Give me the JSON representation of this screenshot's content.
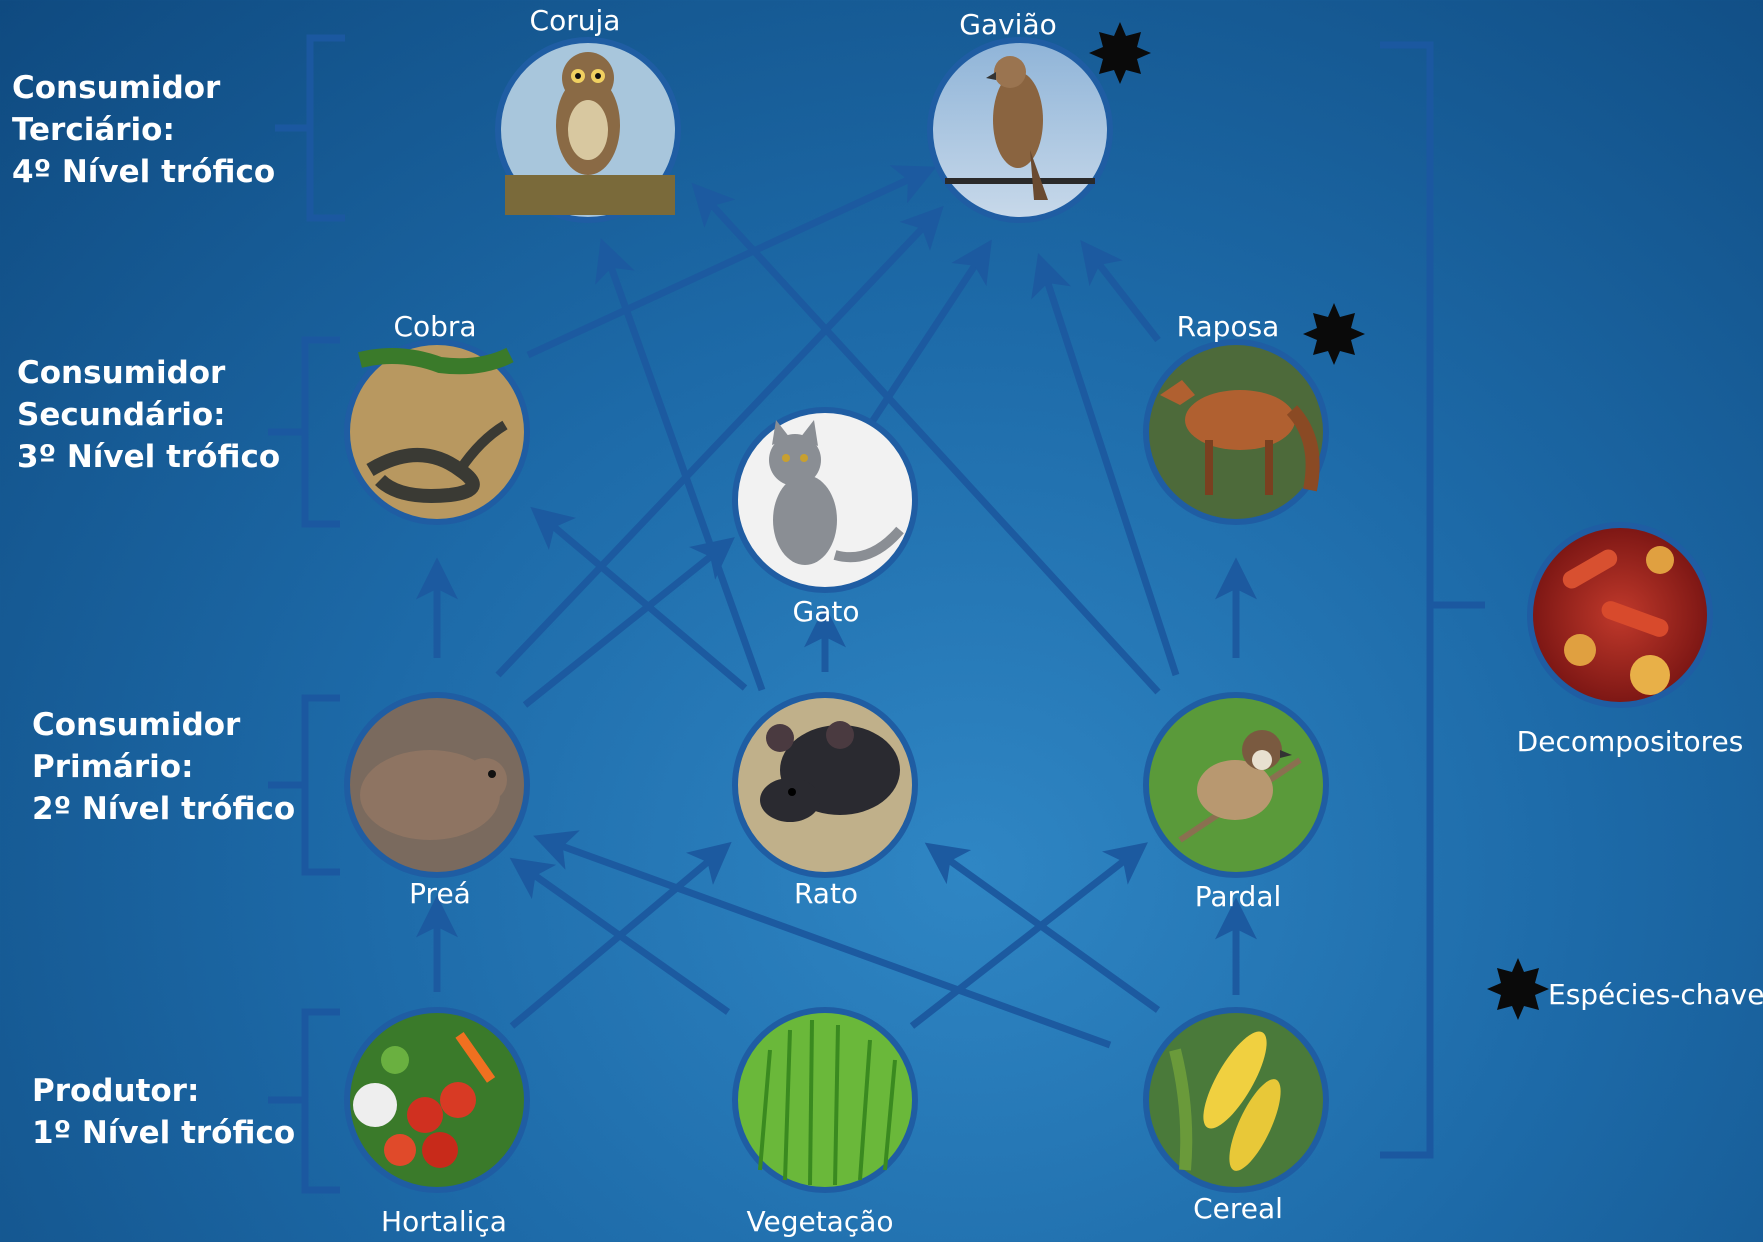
{
  "levels": {
    "tertiary": [
      "Consumidor",
      "Terciário:",
      "4º Nível trófico"
    ],
    "secondary": [
      "Consumidor",
      "Secundário:",
      "3º Nível trófico"
    ],
    "primary": [
      "Consumidor",
      "Primário:",
      "2º Nível trófico"
    ],
    "producer": [
      "Produtor:",
      "1º Nível trófico"
    ]
  },
  "organisms": {
    "coruja": {
      "label": "Coruja",
      "icon": "owl-icon"
    },
    "gaviao": {
      "label": "Gavião",
      "icon": "hawk-icon",
      "keystone": true
    },
    "cobra": {
      "label": "Cobra",
      "icon": "snake-icon"
    },
    "raposa": {
      "label": "Raposa",
      "icon": "fox-icon",
      "keystone": true
    },
    "gato": {
      "label": "Gato",
      "icon": "cat-icon"
    },
    "prea": {
      "label": "Preá",
      "icon": "cavy-icon"
    },
    "rato": {
      "label": "Rato",
      "icon": "rat-icon"
    },
    "pardal": {
      "label": "Pardal",
      "icon": "sparrow-icon"
    },
    "hortalica": {
      "label": "Hortaliça",
      "icon": "vegetables-icon"
    },
    "vegetacao": {
      "label": "Vegetação",
      "icon": "grass-icon"
    },
    "cereal": {
      "label": "Cereal",
      "icon": "corn-icon"
    },
    "decompositores": {
      "label": "Decompositores",
      "icon": "bacteria-icon"
    }
  },
  "legend": {
    "keystone_label": "Espécies-chave",
    "icon": "star-icon"
  },
  "colors": {
    "arrow": "#1c5aa0",
    "ring": "#1f5da3",
    "text": "#ffffff",
    "star": "#0a0a0a"
  }
}
